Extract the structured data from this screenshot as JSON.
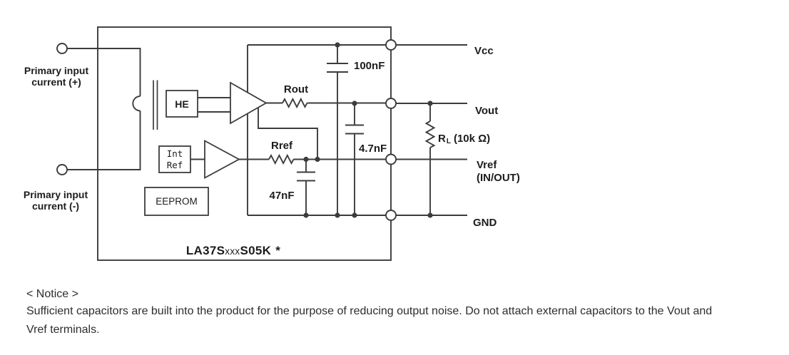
{
  "colors": {
    "line": "#3c3c3c",
    "text": "#1c1c1c",
    "background": "#ffffff"
  },
  "schematic": {
    "primary_plus": {
      "line1": "Primary input",
      "line2": "current (+)"
    },
    "primary_minus": {
      "line1": "Primary input",
      "line2": "current (-)"
    },
    "hall_element": "HE",
    "int_ref": {
      "line1": "Int",
      "line2": "Ref"
    },
    "eeprom": "EEPROM",
    "rout": "Rout",
    "rref": "Rref",
    "cap_vcc": "100nF",
    "cap_vout": "4.7nF",
    "cap_vref": "47nF",
    "load": {
      "r": "R",
      "sub": "L",
      "value": "(10k Ω)"
    },
    "pins": {
      "vcc": "Vcc",
      "vout": "Vout",
      "vref": "Vref",
      "vref_mode": "(IN/OUT)",
      "gnd": "GND"
    },
    "part_number": {
      "family": "LA37S",
      "variant": "xxx",
      "suffix": "S05K",
      "note_mark": "*"
    }
  },
  "notice": {
    "title": "< Notice >",
    "line1": "Sufficient capacitors are built into the product for the purpose of reducing output noise. Do not attach external capacitors to the Vout and",
    "line2": "Vref terminals."
  }
}
